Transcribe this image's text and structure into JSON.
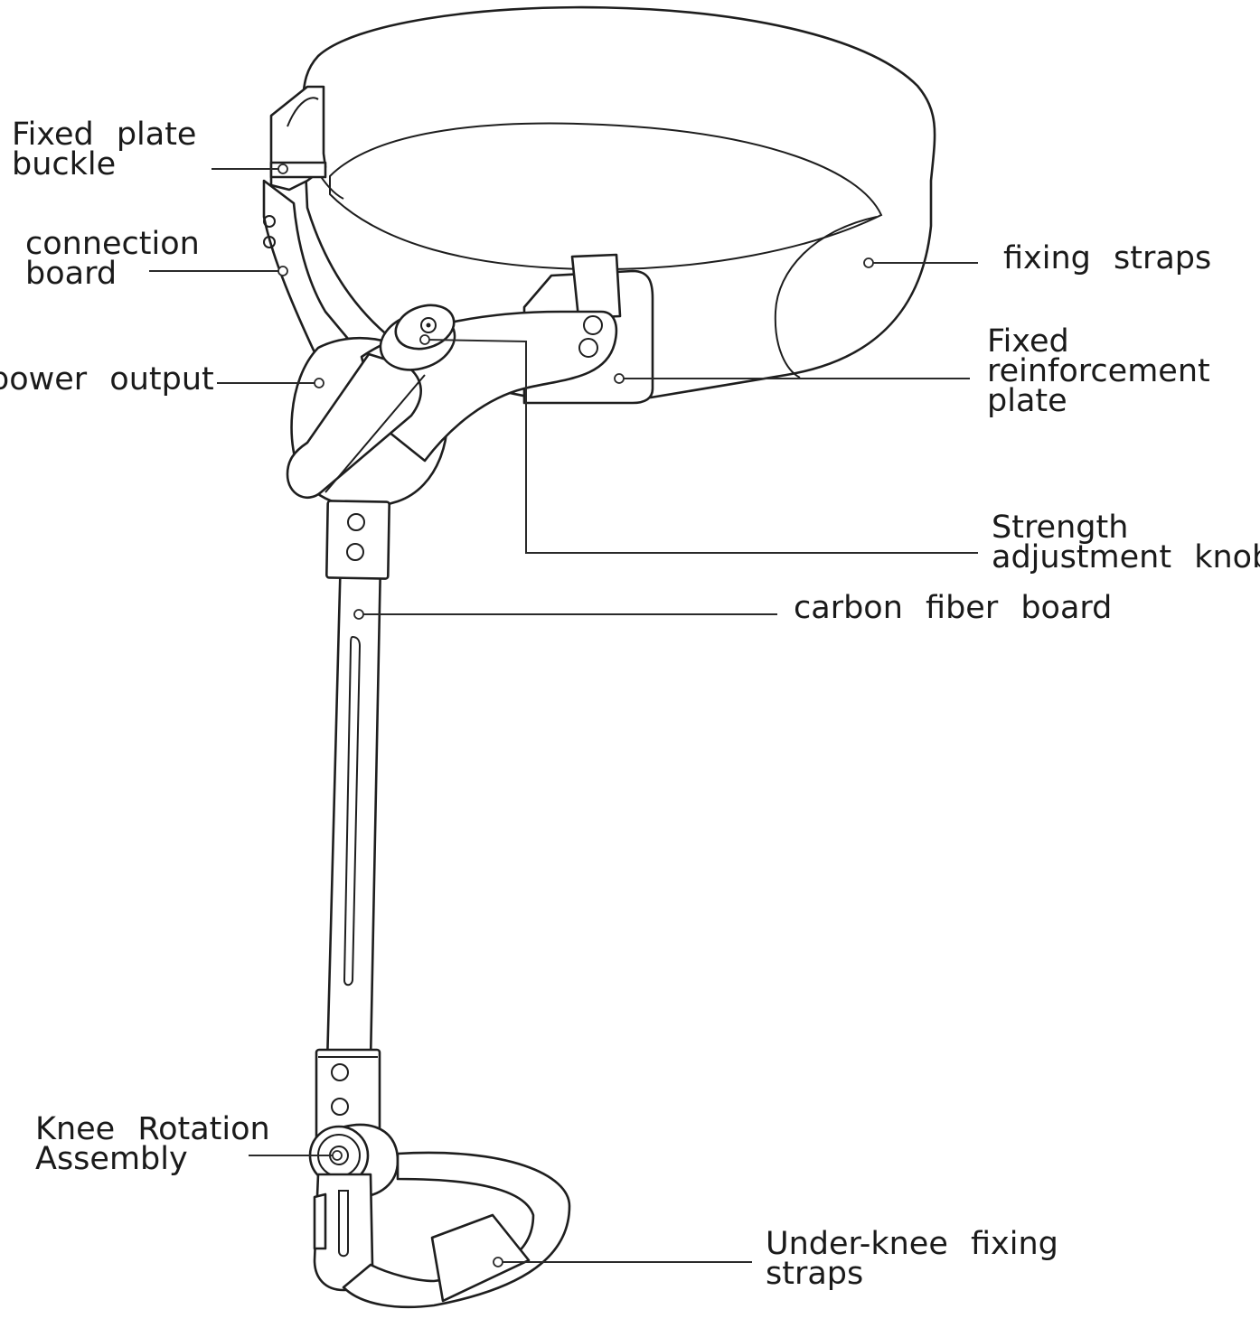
{
  "labels": {
    "fixed_plate_buckle": {
      "line1": "Fixed plate",
      "line2": "buckle"
    },
    "connection_board": {
      "line1": "connection",
      "line2": "board"
    },
    "power_output": {
      "line1": "power output"
    },
    "fixing_straps": {
      "line1": "fixing straps"
    },
    "fixed_reinforcement_plate": {
      "line1": "Fixed",
      "line2": "reinforcement",
      "line3": "plate"
    },
    "strength_adjustment_knob": {
      "line1": "Strength",
      "line2": "adjustment knob"
    },
    "carbon_fiber_board": {
      "line1": "carbon fiber board"
    },
    "knee_rotation_assembly": {
      "line1": "Knee Rotation",
      "line2": "Assembly"
    },
    "under_knee_fixing_straps": {
      "line1": "Under-knee fixing",
      "line2": "straps"
    }
  }
}
